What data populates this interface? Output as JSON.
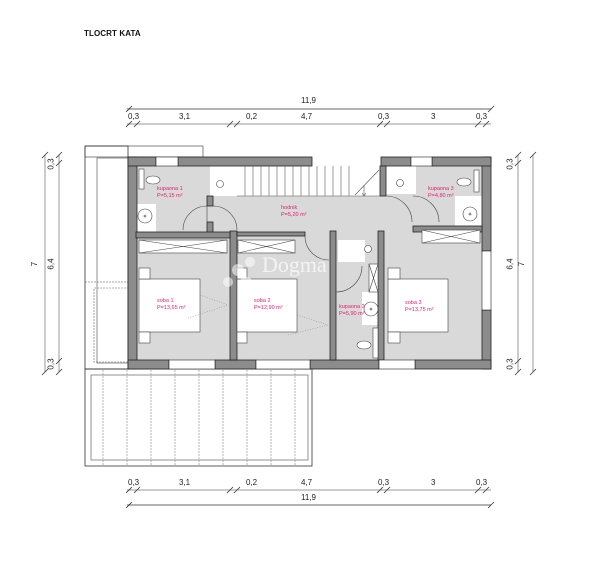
{
  "title": "TLOCRT KATA",
  "colors": {
    "wall": "#8c8c8c",
    "wall_outline": "#222222",
    "floor": "#d9d9d9",
    "room_label": "#e2216f",
    "dimension_line": "#9a9a9a"
  },
  "dimensions": {
    "top": {
      "total": "11,9",
      "segments": [
        "0,3",
        "3,1",
        "0,2",
        "4,7",
        "0,3",
        "3",
        "0,3"
      ]
    },
    "bottom": {
      "total": "11,9",
      "segments": [
        "0,3",
        "3,1",
        "0,2",
        "4,7",
        "0,3",
        "3",
        "0,3"
      ]
    },
    "left": {
      "total": "7",
      "segments": [
        "0,3",
        "6,4",
        "0,3"
      ]
    },
    "right": {
      "total": "7",
      "segments": [
        "0,3",
        "6,4",
        "0,3"
      ]
    }
  },
  "rooms": [
    {
      "name": "kupaona 1",
      "area": "P=5,15 m²"
    },
    {
      "name": "hodnik",
      "area": "P=5,20 m²"
    },
    {
      "name": "kupaona 3",
      "area": "P=4,80 m²"
    },
    {
      "name": "soba 1",
      "area": "P=13,65 m²"
    },
    {
      "name": "soba 2",
      "area": "P=12,90 m²"
    },
    {
      "name": "kupaona 2",
      "area": "P=5,90 m²"
    },
    {
      "name": "soba 3",
      "area": "P=13,75 m²"
    }
  ],
  "watermark": "Dogma"
}
